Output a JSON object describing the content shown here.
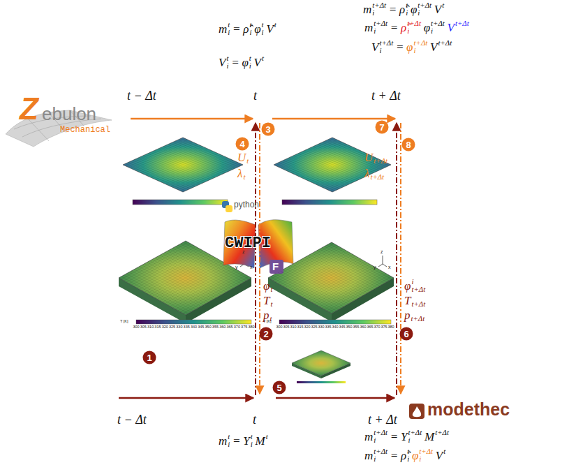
{
  "diagram": {
    "labels": [
      "m",
      "t+Δt",
      "i",
      "=",
      "ρ̂",
      "t",
      "i",
      "φ",
      "t+Δt",
      "i",
      "V",
      "t",
      "m",
      "t+Δt",
      "i",
      "=",
      "ρ̂",
      "t+Δt",
      "i",
      "φ",
      "t+Δt",
      "i",
      "V",
      "t+Δt",
      "m",
      "t",
      "i",
      "=",
      "ρ̂",
      "t",
      "i",
      "φ",
      "t",
      "i",
      "V",
      "t",
      "V",
      "t+Δt",
      "i",
      "=",
      "φ",
      "t+Δt",
      "i",
      "V",
      "t+Δt",
      "V",
      "t",
      "i",
      "=",
      "φ",
      "t",
      "i",
      "V",
      "t",
      "t − Δt",
      "t",
      "t + Δt",
      "Z",
      "ebulon",
      "Mechanical",
      "3",
      "4",
      "7",
      "8",
      "U",
      "t",
      "λ",
      "t",
      "U",
      "t+Δt",
      "λ",
      "t+Δt",
      "python",
      "CWIPI",
      "F",
      "z",
      "x",
      "y",
      "z",
      "x",
      "y",
      "φ",
      "t",
      "T",
      "t",
      "p",
      "t",
      "φ",
      "i",
      "t+Δt",
      "T",
      "t+Δt",
      "p",
      "t+Δt",
      "2",
      "6",
      "T [K]",
      "300",
      "305",
      "310",
      "315",
      "320",
      "325",
      "330",
      "335",
      "340",
      "345",
      "350",
      "355",
      "360",
      "365",
      "370",
      "375",
      "380",
      "T [K]",
      "300",
      "305",
      "310",
      "315",
      "320",
      "325",
      "330",
      "335",
      "340",
      "345",
      "350",
      "355",
      "360",
      "365",
      "370",
      "375",
      "380",
      "1",
      "5",
      "t − Δt",
      "t",
      "t + Δt",
      "modethec",
      "m",
      "t",
      "i",
      "=",
      "Y",
      "t",
      "i",
      "M",
      "t",
      "m",
      "t+Δt",
      "i",
      "=",
      "Y",
      "t+Δt",
      "i",
      "M",
      "t+Δt",
      "m",
      "t+Δt",
      "i",
      "=",
      "ρ̂",
      "t",
      "i",
      "φ",
      "t+Δt",
      "i",
      "V",
      "t"
    ]
  }
}
